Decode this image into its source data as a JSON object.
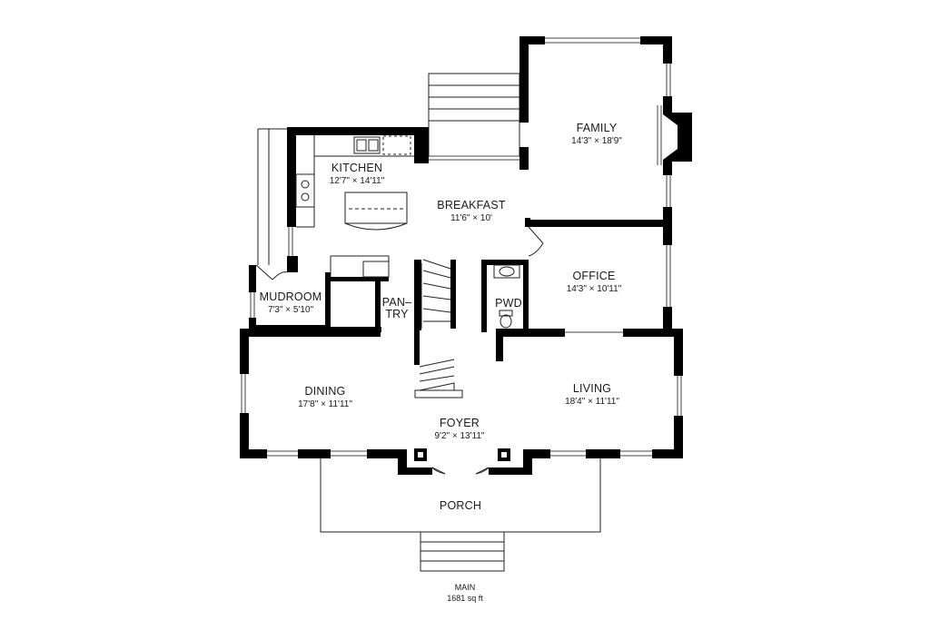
{
  "rooms": [
    {
      "id": "family",
      "name": "FAMILY",
      "dims": "14'3\" × 18'9\""
    },
    {
      "id": "kitchen",
      "name": "KITCHEN",
      "dims": "12'7\" × 14'11\""
    },
    {
      "id": "breakfast",
      "name": "BREAKFAST",
      "dims": "11'6\" × 10'"
    },
    {
      "id": "office",
      "name": "OFFICE",
      "dims": "14'3\" × 10'11\""
    },
    {
      "id": "mudroom",
      "name": "MUDROOM",
      "dims": "7'3\" × 5'10\""
    },
    {
      "id": "pantry",
      "name_line1": "PAN–",
      "name_line2": "TRY"
    },
    {
      "id": "pwd",
      "name": "PWD"
    },
    {
      "id": "dining",
      "name": "DINING",
      "dims": "17'8\" × 11'11\""
    },
    {
      "id": "living",
      "name": "LIVING",
      "dims": "18'4\" × 11'11\""
    },
    {
      "id": "foyer",
      "name": "FOYER",
      "dims": "9'2\" × 13'11\""
    },
    {
      "id": "porch",
      "name": "PORCH"
    }
  ],
  "footer": {
    "level": "MAIN",
    "area": "1681 sq ft"
  }
}
